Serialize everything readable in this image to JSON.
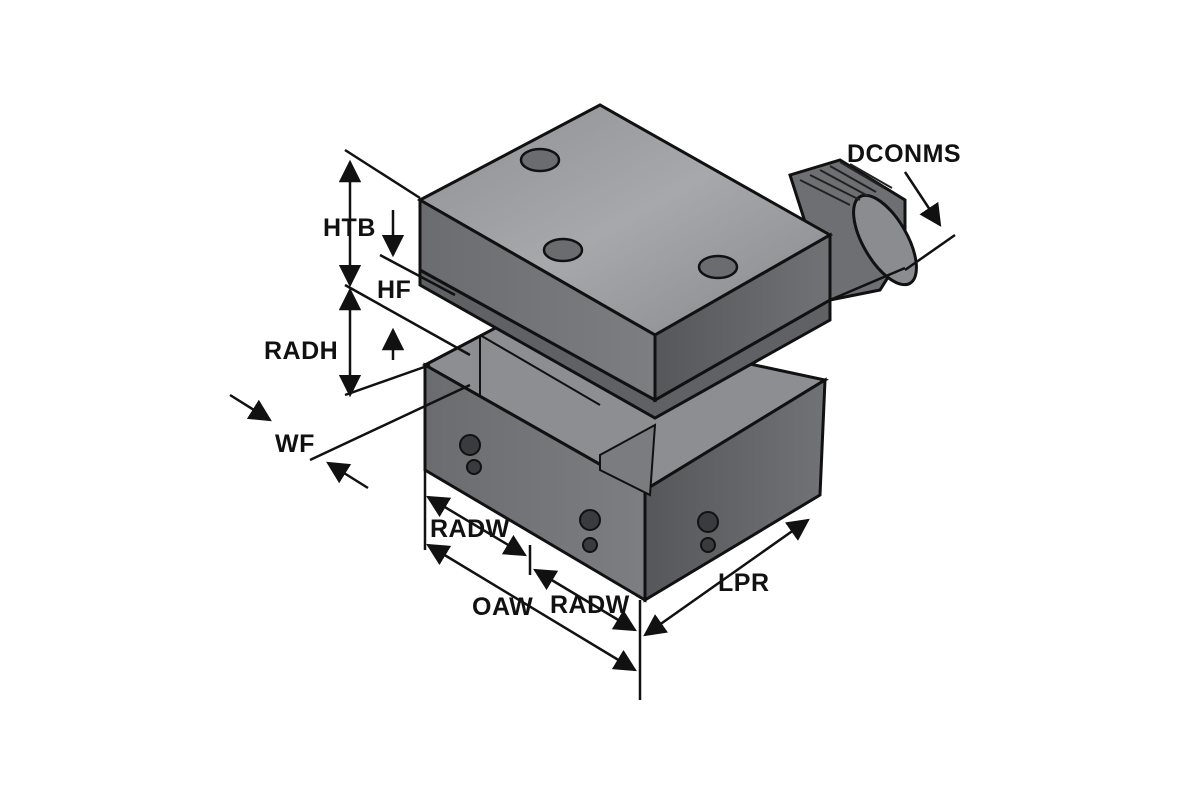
{
  "diagram": {
    "labels": {
      "dconms": "DCONMS",
      "htb": "HTB",
      "hf": "HF",
      "radh": "RADH",
      "wf": "WF",
      "radw_left": "RADW",
      "oaw": "OAW",
      "radw_right": "RADW",
      "lpr": "LPR"
    },
    "colors": {
      "dark_face": "#5a5c60",
      "mid_face": "#7d7f83",
      "light_face": "#9a9b9e",
      "outline": "#111111"
    }
  }
}
